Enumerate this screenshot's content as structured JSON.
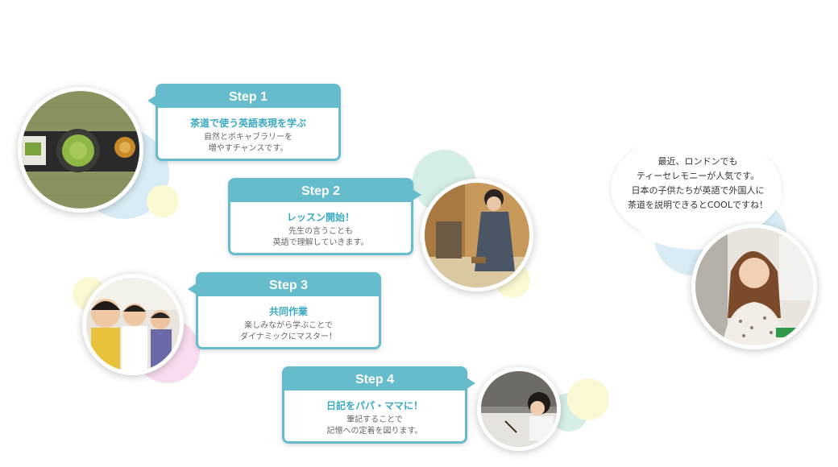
{
  "steps": [
    {
      "label": "Step 1",
      "title": "茶道で使う英語表現を学ぶ",
      "desc": [
        "自然とボキャブラリーを",
        "増やすチャンスです。"
      ]
    },
    {
      "label": "Step 2",
      "title": "レッスン開始！",
      "desc": [
        "先生の言うことも",
        "英語で理解していきます。"
      ]
    },
    {
      "label": "Step 3",
      "title": "共同作業",
      "desc": [
        "楽しみながら学ぶことで",
        "ダイナミックにマスター！"
      ]
    },
    {
      "label": "Step 4",
      "title": "日記をパパ・ママに！",
      "desc": [
        "筆記することで",
        "記憶への定着を図ります。"
      ]
    }
  ],
  "speech": {
    "lines": [
      "最近、ロンドンでも",
      "ティーセレモニーが人気です。",
      "日本の子供たちが英語で外国人に",
      "茶道を説明できるとCOOLですね！"
    ]
  },
  "colors": {
    "accent": "#66bccd",
    "title_text": "#3aa9c0",
    "blob_blue": "#d9ecf5",
    "blob_green": "#d5efe6",
    "blob_yellow": "#fbf9d3",
    "blob_pink": "#f8dcef"
  },
  "icons": [
    "matcha-tea-photo",
    "tea-teacher-photo",
    "kids-group-photo",
    "girl-writing-photo",
    "woman-portrait-photo"
  ]
}
